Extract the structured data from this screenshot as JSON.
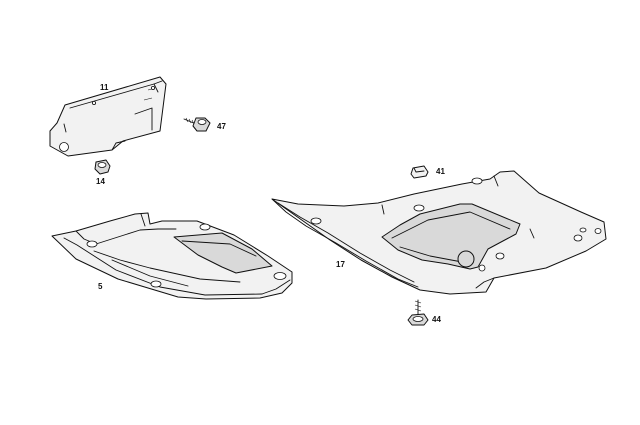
{
  "diagram": {
    "callouts": [
      {
        "id": "11",
        "label": "11"
      },
      {
        "id": "47",
        "label": "47"
      },
      {
        "id": "14",
        "label": "14"
      },
      {
        "id": "41",
        "label": "41"
      },
      {
        "id": "5",
        "label": "5"
      },
      {
        "id": "17",
        "label": "17"
      },
      {
        "id": "44",
        "label": "44"
      }
    ],
    "parts": [
      {
        "name": "bracket-panel",
        "callout": "11"
      },
      {
        "name": "screw",
        "callout": "47"
      },
      {
        "name": "nut",
        "callout": "14"
      },
      {
        "name": "clip",
        "callout": "41"
      },
      {
        "name": "front-underbody-panel",
        "callout": "5"
      },
      {
        "name": "rear-underbody-panel",
        "callout": "17"
      },
      {
        "name": "bolt",
        "callout": "44"
      }
    ]
  }
}
